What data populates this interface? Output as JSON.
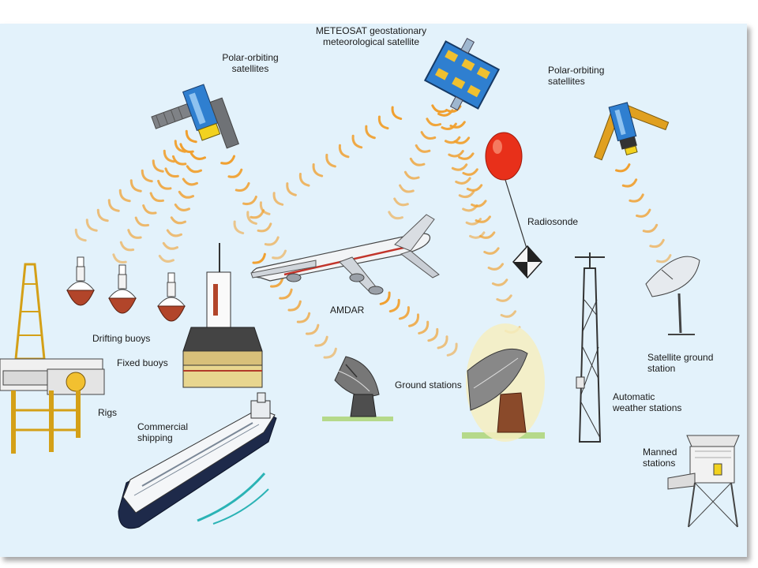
{
  "labels": {
    "meteosat_line1": "METEOSAT geostationary",
    "meteosat_line2": "meteorological satellite",
    "polar_left_line1": "Polar-orbiting",
    "polar_left_line2": "satellites",
    "polar_right_line1": "Polar-orbiting",
    "polar_right_line2": "satellites",
    "radiosonde": "Radiosonde",
    "amdar": "AMDAR",
    "drifting_buoys": "Drifting buoys",
    "fixed_buoys": "Fixed buoys",
    "rigs": "Rigs",
    "commercial_line1": "Commercial",
    "commercial_line2": "shipping",
    "ground_stations": "Ground stations",
    "sat_ground_line1": "Satellite ground",
    "sat_ground_line2": "station",
    "aws_line1": "Automatic",
    "aws_line2": "weather stations",
    "manned_line1": "Manned",
    "manned_line2": "stations"
  },
  "colors": {
    "background": "#e3f2fb",
    "signal": "#f0a030",
    "balloon": "#e8301a",
    "satellite_blue": "#2f7fd0",
    "panel_yellow": "#e0a020",
    "hull": "#1e2a4a",
    "ground_green": "#b5d98a"
  }
}
